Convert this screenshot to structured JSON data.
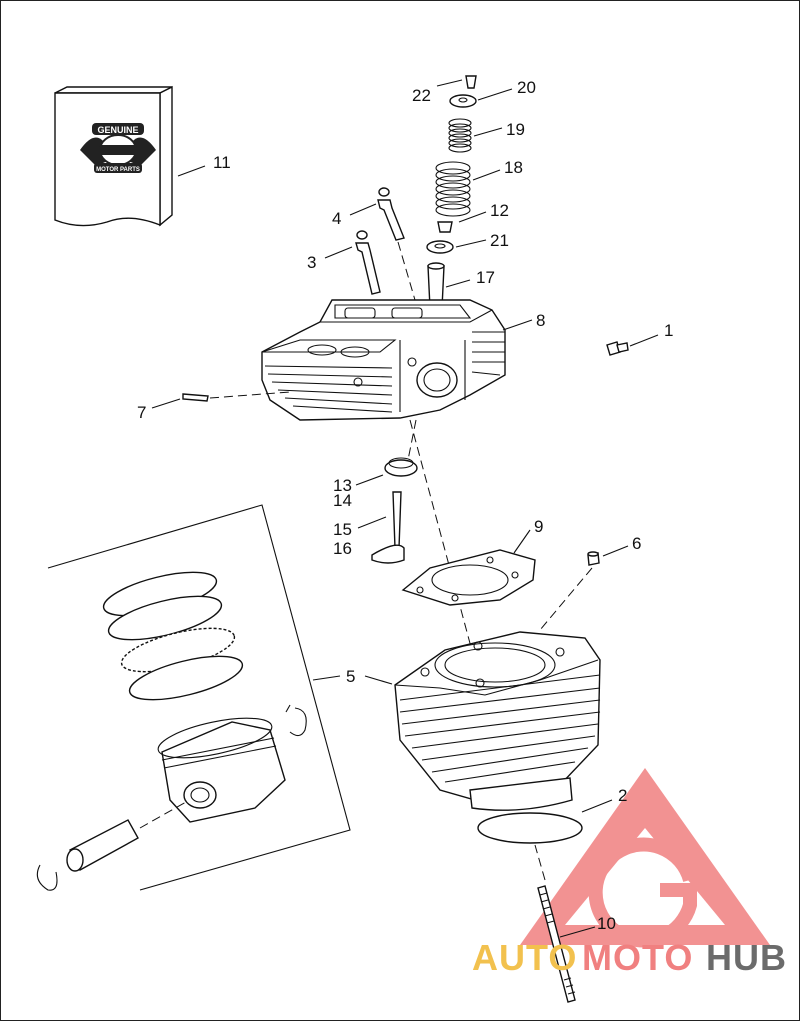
{
  "callouts": {
    "c1": "1",
    "c2": "2",
    "c3": "3",
    "c4": "4",
    "c5": "5",
    "c6": "6",
    "c7": "7",
    "c8": "8",
    "c9": "9",
    "c10": "10",
    "c11": "11",
    "c12": "12",
    "c13": "13",
    "c14": "14",
    "c15": "15",
    "c16": "16",
    "c17": "17",
    "c18": "18",
    "c19": "19",
    "c20": "20",
    "c21": "21",
    "c22": "22"
  },
  "product_box": {
    "logo_top": "GENUINE",
    "logo_bottom": "MOTOR PARTS"
  },
  "watermark": {
    "part1": "AUTO",
    "part2": "MOTO",
    "part3": "HUB",
    "color_main": "#f08080",
    "color_accent": "#f2c14e",
    "color_dark": "#6b6b6b"
  },
  "icons": [
    "harley-davidson-logo-icon",
    "automotohub-triangle-icon"
  ]
}
